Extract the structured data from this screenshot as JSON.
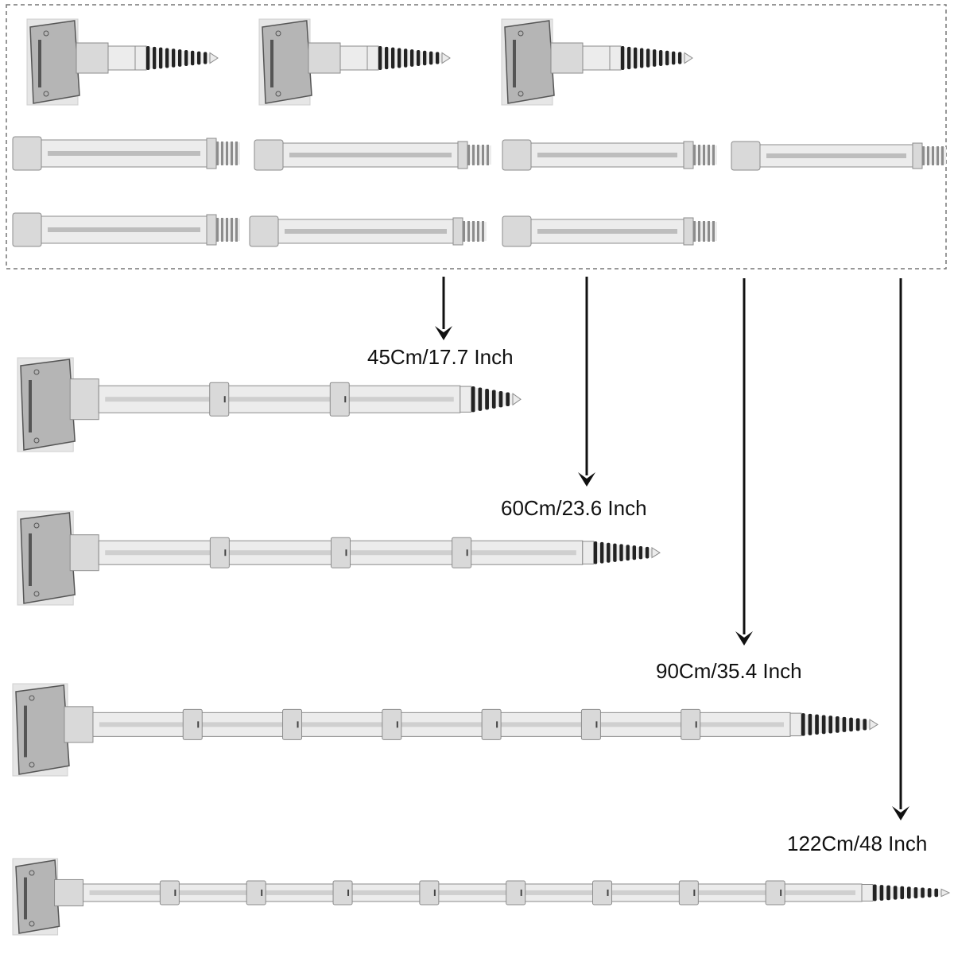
{
  "colors": {
    "part_fill": "#d9d9d9",
    "part_light": "#ececec",
    "part_edge": "#8c8c8c",
    "plate_fill": "#b5b5b5",
    "plate_back": "#e6e6e6",
    "thread": "#222222",
    "arrow": "#111111",
    "dash_border": "#777777"
  },
  "icons": {
    "end_cap": "rod-end-cap-icon",
    "tube": "tube-segment-icon",
    "arrow": "arrow-down-icon"
  },
  "parts_kit": {
    "end_caps_count": 3,
    "tube_rows": [
      {
        "tubes": 4
      },
      {
        "tubes": 3
      }
    ]
  },
  "configurations": [
    {
      "label": "45Cm/17.7 Inch",
      "joints": 2
    },
    {
      "label": "60Cm/23.6 Inch",
      "joints": 3
    },
    {
      "label": "90Cm/35.4 Inch",
      "joints": 6
    },
    {
      "label": "122Cm/48 Inch",
      "joints": 8
    }
  ]
}
